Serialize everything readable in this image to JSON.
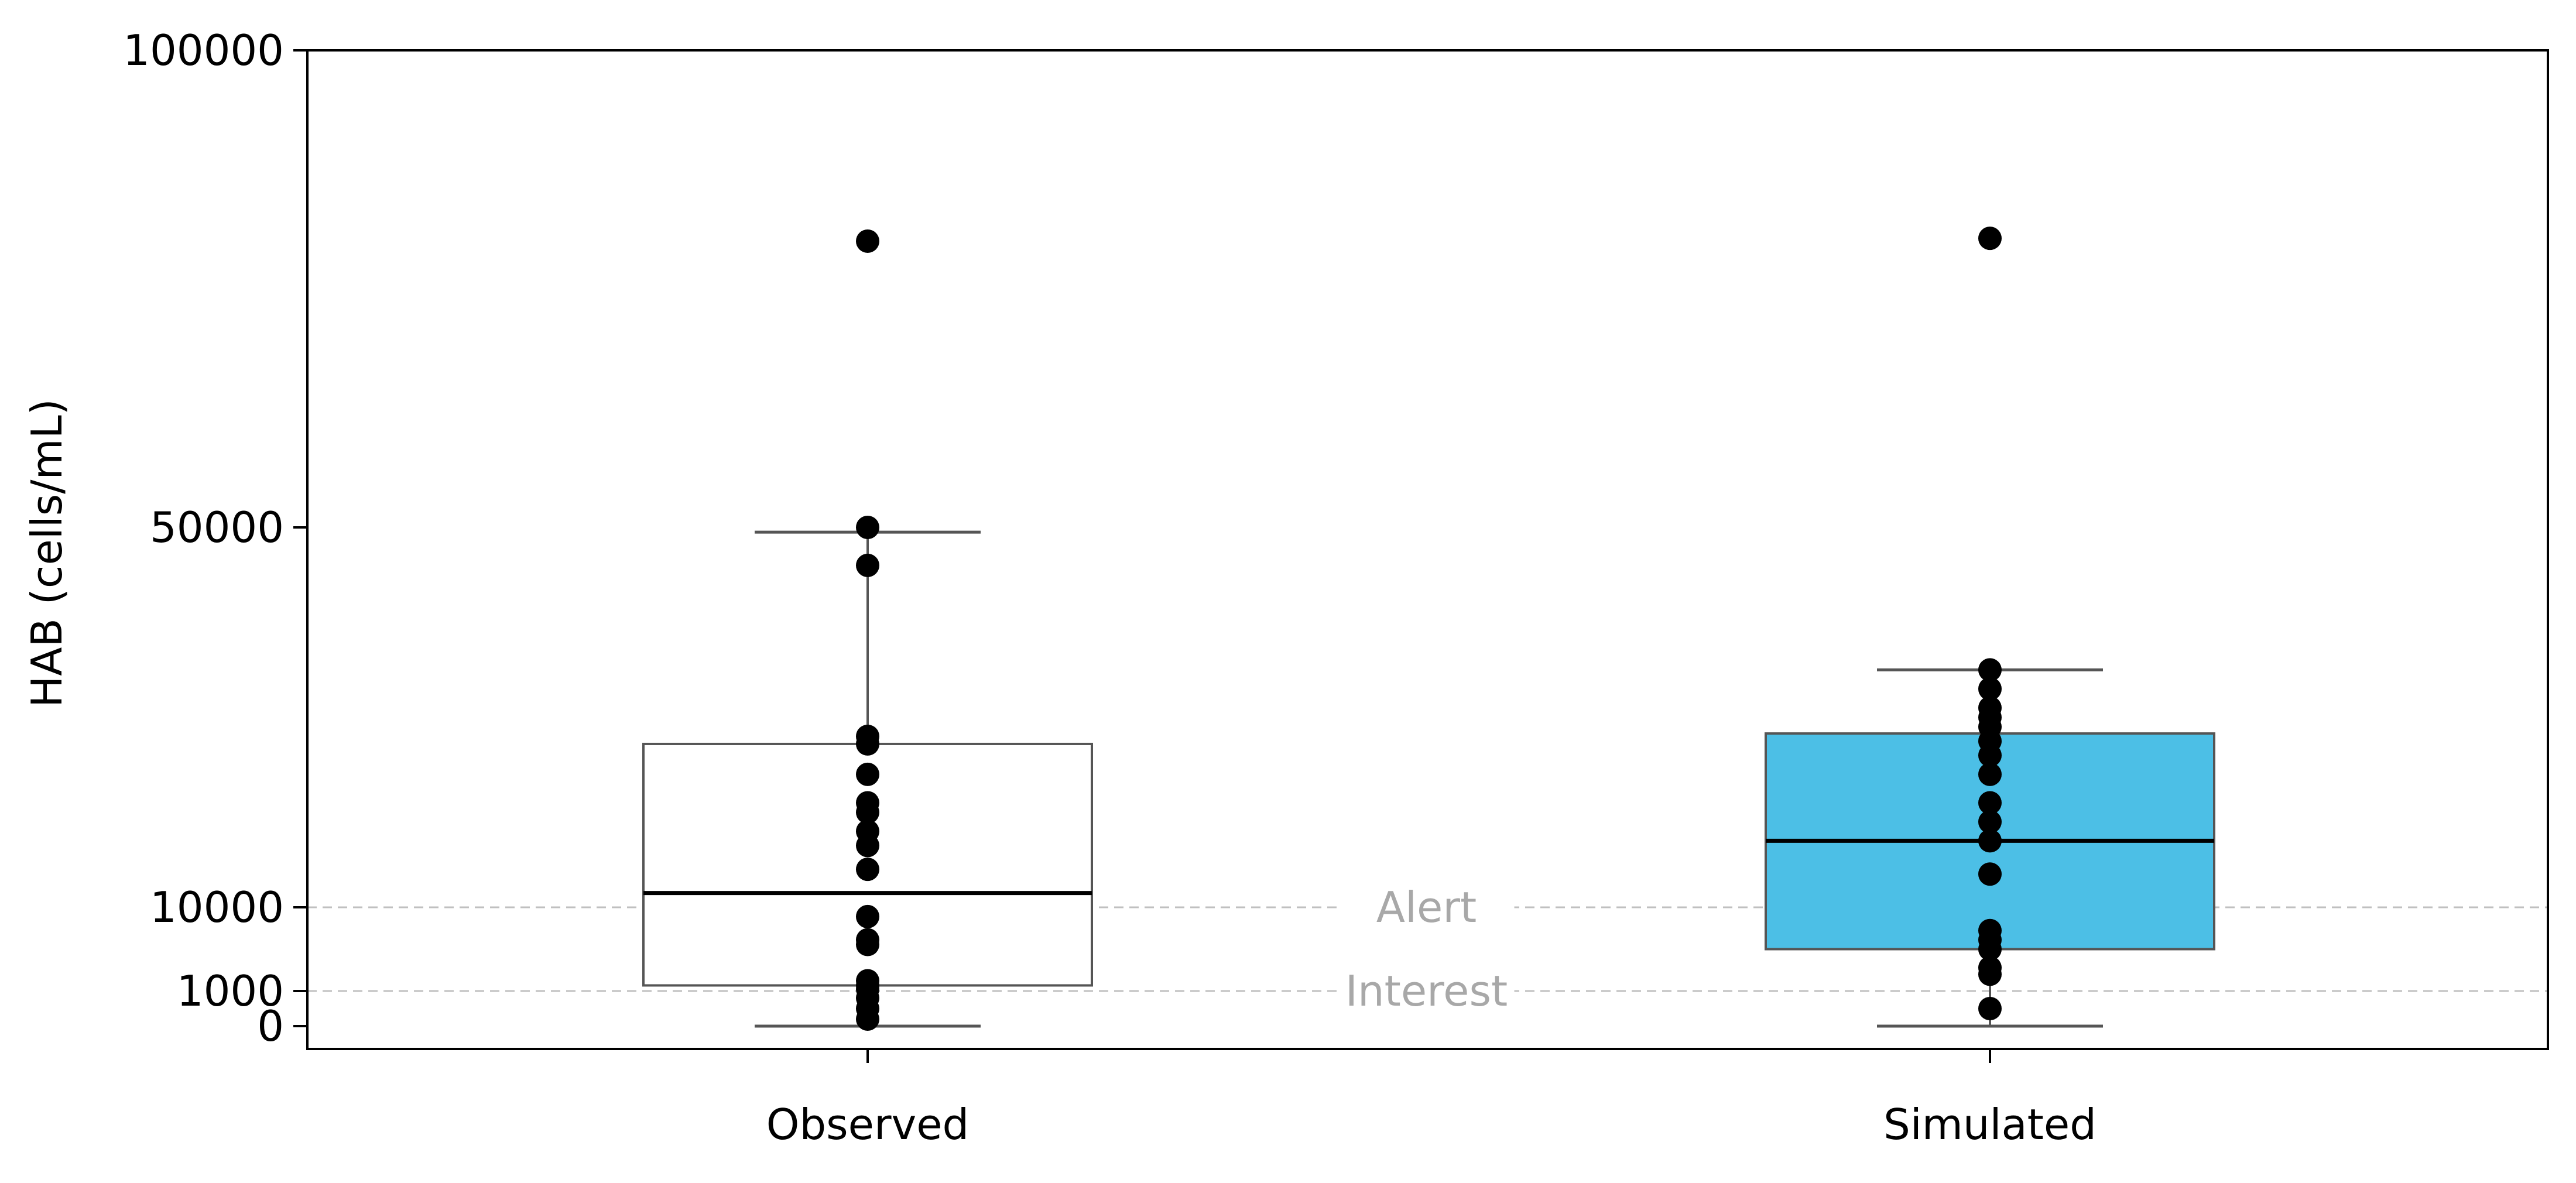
{
  "chart_data": {
    "type": "box",
    "ylabel": "HAB (cells/mL)",
    "ylim": [
      -2500,
      102000
    ],
    "y_scale": "piecewise-linear (0–1000 segment stretched)",
    "yticks": [
      {
        "value": 100000,
        "label": "100000"
      },
      {
        "value": 50000,
        "label": "50000"
      },
      {
        "value": 10000,
        "label": "10000"
      },
      {
        "value": 1000,
        "label": "1000"
      },
      {
        "value": 0,
        "label": "0"
      }
    ],
    "grid": false,
    "legend": "none",
    "reference_lines": [
      {
        "value": 10000,
        "label": "Alert"
      },
      {
        "value": 1000,
        "label": "Interest"
      }
    ],
    "categories": [
      "Observed",
      "Simulated"
    ],
    "boxes": [
      {
        "category": "Observed",
        "fill": "#ffffff",
        "whisker_low": 0,
        "q1": 1600,
        "median": 11500,
        "q3": 27200,
        "whisker_high": 49500,
        "points": [
          80000,
          50000,
          46000,
          28000,
          27200,
          24000,
          21000,
          20000,
          18000,
          16500,
          14000,
          9000,
          6500,
          6000,
          2100,
          1600,
          1200,
          800,
          500,
          200
        ]
      },
      {
        "category": "Simulated",
        "fill": "#4cbfe6",
        "whisker_low": 0,
        "q1": 5500,
        "median": 17000,
        "q3": 28300,
        "whisker_high": 35000,
        "points": [
          80300,
          35000,
          33000,
          31000,
          30000,
          29000,
          27500,
          26000,
          24000,
          21000,
          19000,
          17000,
          13500,
          7500,
          6500,
          5500,
          3500,
          2800,
          500
        ]
      }
    ]
  },
  "colors": {
    "axis": "#000000",
    "box_edge": "#555555",
    "median": "#000000",
    "points": "#000000",
    "reference_line": "#c0c0c0",
    "reference_label": "#a8a8a8"
  }
}
